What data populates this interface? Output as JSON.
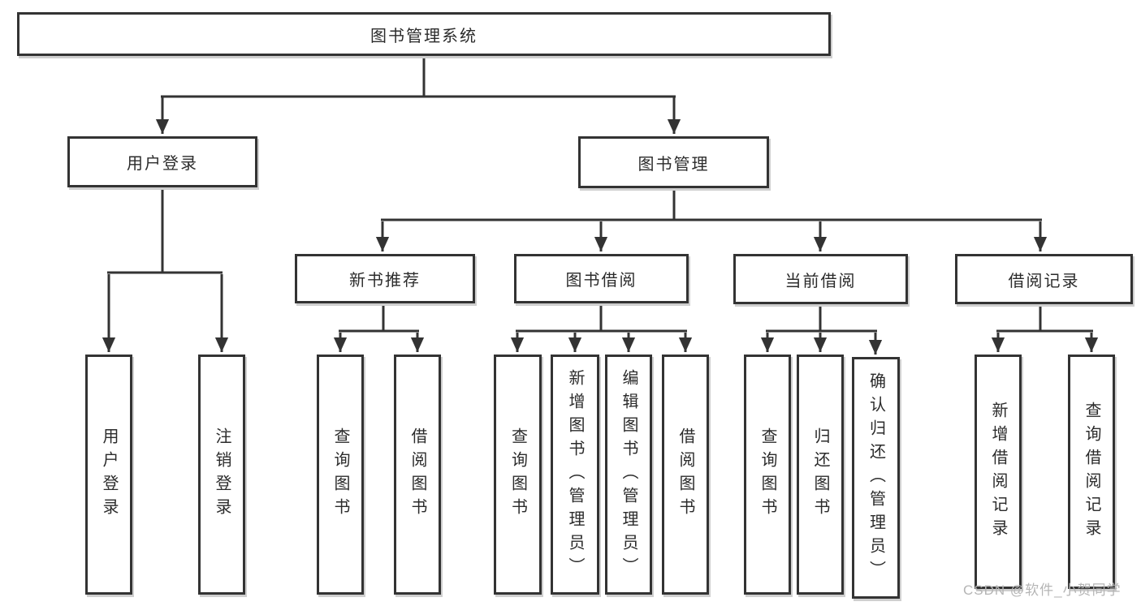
{
  "diagram_type": "hierarchy-tree",
  "tree": {
    "label": "图书管理系统",
    "children": [
      {
        "label": "用户登录",
        "children": [
          {
            "label": "用户登录"
          },
          {
            "label": "注销登录"
          }
        ]
      },
      {
        "label": "图书管理",
        "children": [
          {
            "label": "新书推荐",
            "children": [
              {
                "label": "查询图书"
              },
              {
                "label": "借阅图书"
              }
            ]
          },
          {
            "label": "图书借阅",
            "children": [
              {
                "label": "查询图书"
              },
              {
                "label": "新增图书（管理员）"
              },
              {
                "label": "编辑图书（管理员）"
              },
              {
                "label": "借阅图书"
              }
            ]
          },
          {
            "label": "当前借阅",
            "children": [
              {
                "label": "查询图书"
              },
              {
                "label": "归还图书"
              },
              {
                "label": "确认归还（管理员）"
              }
            ]
          },
          {
            "label": "借阅记录",
            "children": [
              {
                "label": "新增借阅记录"
              },
              {
                "label": "查询借阅记录"
              }
            ]
          }
        ]
      }
    ]
  },
  "watermark": "CSDN @软件_小贺同学",
  "colors": {
    "line": "#333333",
    "box_border": "#333333",
    "text": "#2b2b2b",
    "box_shadow": "#cfcfcf",
    "watermark": "#b5b5b5",
    "background": "#ffffff"
  }
}
